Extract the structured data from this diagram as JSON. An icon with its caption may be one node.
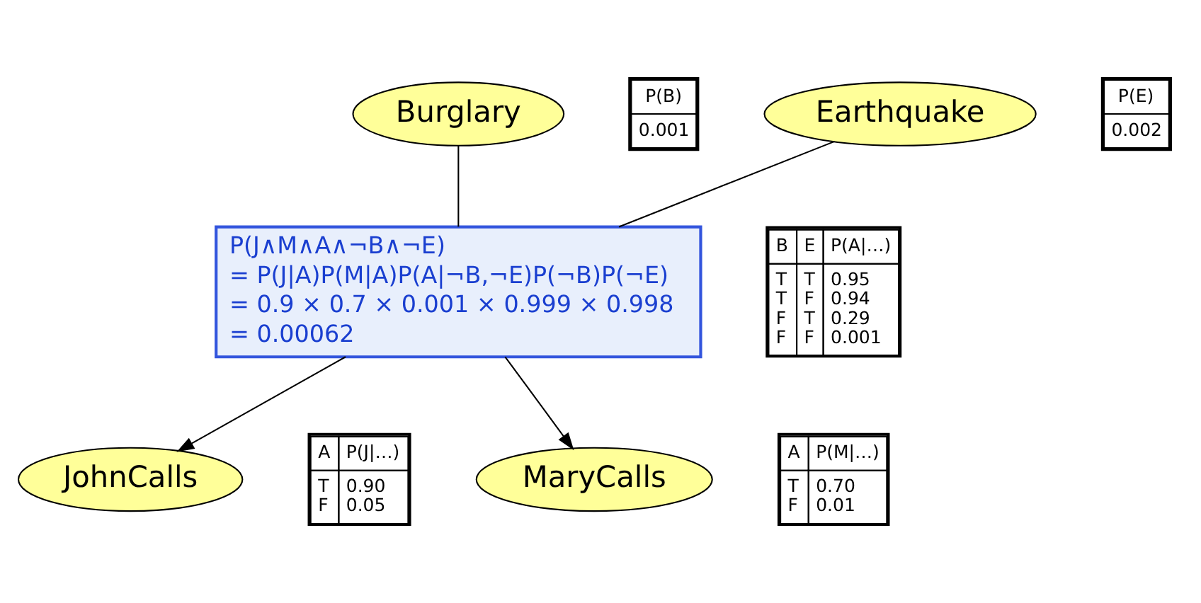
{
  "diagram": {
    "nodes": [
      {
        "text": [
          "Burglary"
        ]
      },
      {
        "text": [
          "P(B)",
          "0.001"
        ]
      },
      {
        "text": [
          "Earthquake"
        ]
      },
      {
        "text": [
          "P(E)",
          "0.002"
        ]
      },
      {
        "text": [
          "P(J∧M∧A∧¬B∧¬E)",
          "= P(J|A)P(M|A)P(A|¬B,¬E)P(¬B)P(¬E)",
          "= 0.9 × 0.7 × 0.001 × 0.999 × 0.998",
          "= 0.00062"
        ]
      },
      {
        "text": [
          "B",
          "E",
          "P(A|…)",
          "T",
          "T",
          "0.95",
          "T",
          "F",
          "0.94",
          "F",
          "T",
          "0.29",
          "F",
          "F",
          "0.001"
        ]
      },
      {
        "text": [
          "JohnCalls"
        ]
      },
      {
        "text": [
          "A",
          "P(J|…)",
          "T",
          "0.90",
          "F",
          "0.05"
        ]
      },
      {
        "text": [
          "MaryCalls"
        ]
      },
      {
        "text": [
          "A",
          "P(M|…)",
          "T",
          "0.70",
          "F",
          "0.01"
        ]
      }
    ],
    "edges": [
      {
        "from": 0,
        "to": 4,
        "arrow": "none"
      },
      {
        "from": 2,
        "to": 4,
        "arrow": "none"
      },
      {
        "from": 4,
        "to": 6,
        "arrow": "to"
      },
      {
        "from": 4,
        "to": 8,
        "arrow": "to"
      }
    ]
  }
}
